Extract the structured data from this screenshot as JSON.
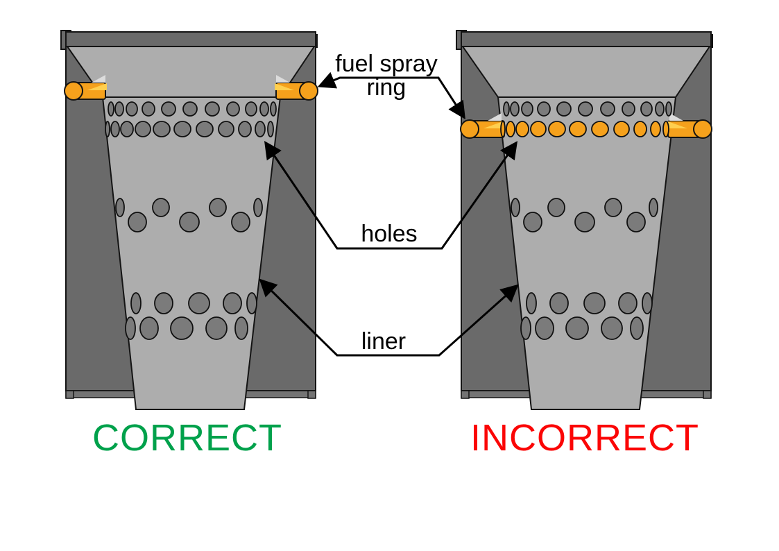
{
  "figure": {
    "type": "comparison-diagram",
    "subject": "fuel spray ring position on combustor liner",
    "panels": [
      {
        "verdict": "CORRECT",
        "verdict_color": "#00A14B",
        "ring_position": "above liner holes"
      },
      {
        "verdict": "INCORRECT",
        "verdict_color": "#FB0505",
        "ring_position": "aligned with liner holes, fuel passing through holes"
      }
    ],
    "callouts": {
      "fuel_spray_ring_line1": "fuel spray",
      "fuel_spray_ring_line2": "ring",
      "holes": "holes",
      "liner": "liner"
    }
  },
  "colors": {
    "background": "#FFFFFF",
    "casing_gray": "#6A6A6A",
    "liner_gray": "#ADADAD",
    "hole_gray": "#7B7B7B",
    "outline_black": "#141414",
    "fuel_ring_orange": "#F5A11C",
    "fuel_highlight_yellow": "#FFCF4F",
    "spray_pale_gray": "#DCDCDC",
    "correct_green": "#00A14B",
    "incorrect_red": "#FB0505",
    "leader_black": "#000000"
  }
}
